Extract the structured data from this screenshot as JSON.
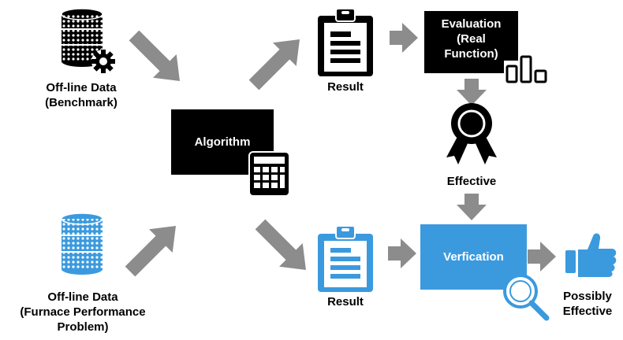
{
  "offline_benchmark": {
    "line1": "Off-line Data",
    "line2": "(Benchmark)"
  },
  "offline_furnace": {
    "line1": "Off-line Data",
    "line2": "(Furnace Performance",
    "line3": "Problem)"
  },
  "algorithm": {
    "label": "Algorithm"
  },
  "result_top": {
    "label": "Result"
  },
  "result_bottom": {
    "label": "Result"
  },
  "evaluation": {
    "line1": "Evaluation",
    "line2": "(Real",
    "line3": "Function)"
  },
  "effective": {
    "label": "Effective"
  },
  "verification": {
    "label": "Verfication"
  },
  "possibly": {
    "line1": "Possibly",
    "line2": "Effective"
  },
  "colors": {
    "black": "#000000",
    "blue": "#3b9ade",
    "arrow": "#8c8c8c"
  },
  "icons": [
    "database-gear-icon",
    "database-icon",
    "calculator-icon",
    "clipboard-icon",
    "bar-chart-icon",
    "award-ribbon-icon",
    "magnifier-icon",
    "thumbs-up-icon"
  ]
}
